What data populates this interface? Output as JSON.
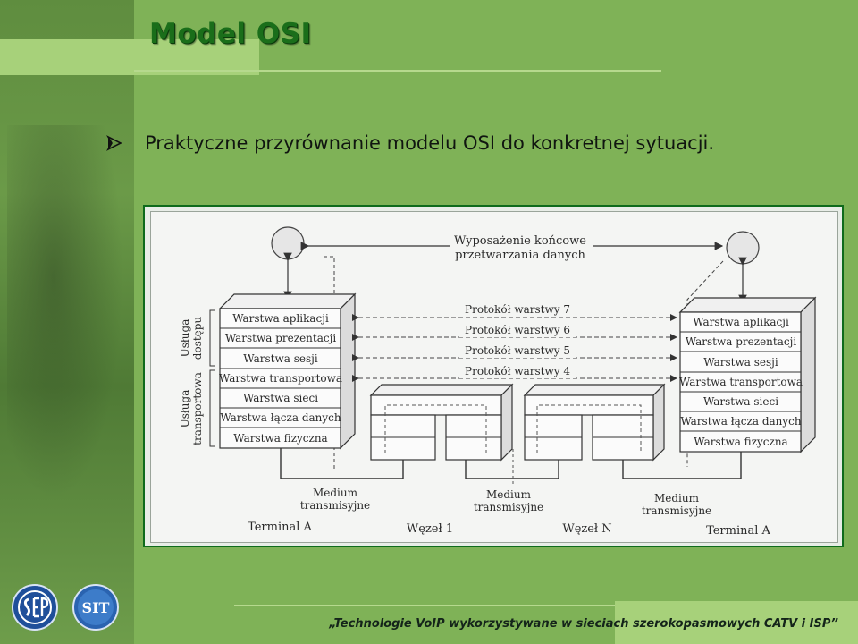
{
  "slide": {
    "title": "Model OSI",
    "bullet": "Praktyczne przyrównanie modelu OSI do konkretnej sytuacji.",
    "footer": "„Technologie VoIP wykorzystywane w sieciach szerokopasmowych CATV i ISP”"
  },
  "logos": {
    "sit": "SIT"
  },
  "diagram": {
    "top_label_line1": "Wyposażenie końcowe",
    "top_label_line2": "przetwarzania danych",
    "protocols": [
      "Protokół warstwy 7",
      "Protokół warstwy 6",
      "Protokół warstwy 5",
      "Protokół warstwy 4"
    ],
    "layers": [
      "Warstwa aplikacji",
      "Warstwa prezentacji",
      "Warstwa sesji",
      "Warstwa transportowa",
      "Warstwa sieci",
      "Warstwa łącza danych",
      "Warstwa fizyczna"
    ],
    "side_access_line1": "Usługa",
    "side_access_line2": "dostępu",
    "side_transport_line1": "Usługa",
    "side_transport_line2": "transportowa",
    "medium_line1": "Medium",
    "medium_line2": "transmisyjne",
    "terminal_left": "Terminal A",
    "node1": "Węzeł 1",
    "nodeN": "Węzeł N",
    "terminal_right": "Terminal A"
  },
  "colors": {
    "background": "#7fb257",
    "title": "#1a6e1a",
    "frame": "#0f6b1c",
    "accent_light": "#a7d17a"
  }
}
